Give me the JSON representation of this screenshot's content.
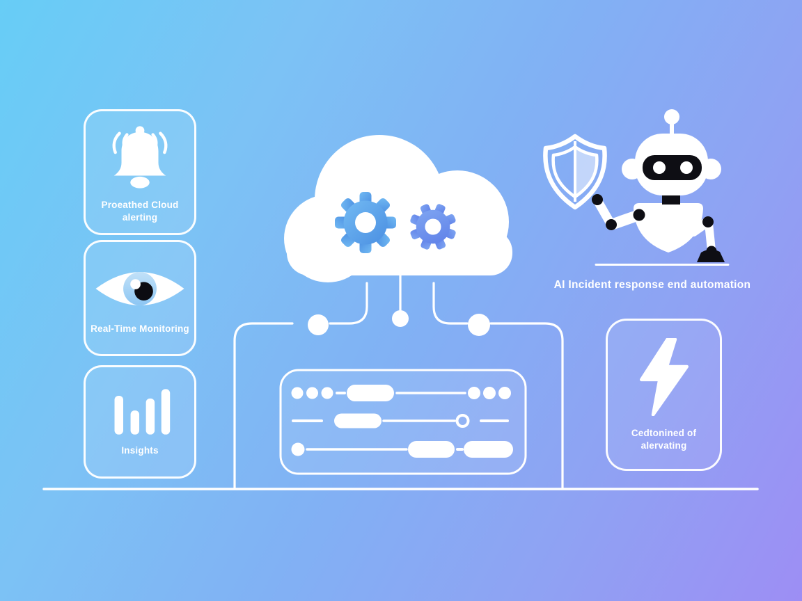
{
  "page": {
    "type": "infographic-illustration",
    "theme": "cloud monitoring, alerting and AI incident automation"
  },
  "colors": {
    "background_top_left": "#66cdf5",
    "background_top_right": "#85aff5",
    "background_bottom_left": "#7cb0f7",
    "background_bottom_right": "#9c8ef5",
    "line_and_icons": "#ffffff",
    "gear_large": "#58a5ea",
    "gear_small": "#6b93ec",
    "visor_black": "#0e0e14",
    "eye_iris_blue": "#a3d2f4"
  },
  "feature_cards": [
    {
      "label": "Proeathed Cloud alerting",
      "icon": "alert-bell-icon"
    },
    {
      "label": "Real-Time Monitoring",
      "icon": "eye-icon"
    },
    {
      "label": "Insights",
      "icon": "bar-chart-icon"
    }
  ],
  "cloud": {
    "icon": "cloud-with-gears-icon"
  },
  "dashboard": {
    "icon": "control-panel-sliders-icon"
  },
  "robot": {
    "caption": "AI Incident response end automation",
    "icon": "robot-with-shield-icon"
  },
  "bottom_card": {
    "label": "Cedtonined of alervating",
    "icon": "lightning-bolt-icon"
  }
}
